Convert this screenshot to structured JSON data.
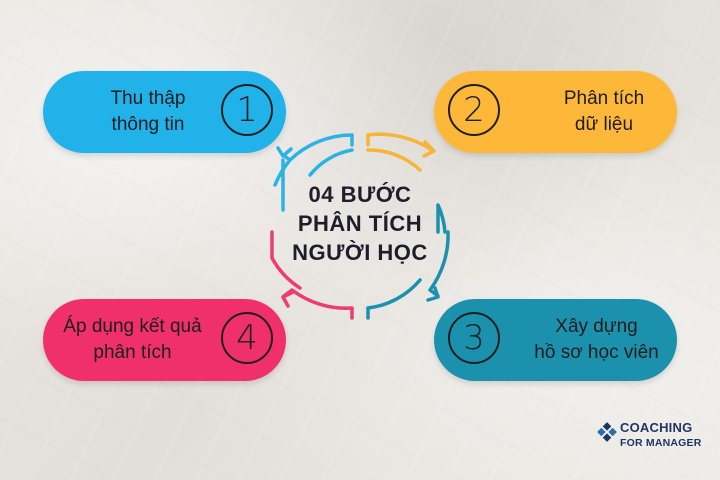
{
  "title": {
    "line1": "04 BƯỚC",
    "line2": "PHÂN TÍCH",
    "line3": "NGƯỜI HỌC"
  },
  "steps": [
    {
      "number": "1",
      "line1": "Thu thập",
      "line2": "thông tin",
      "color": "#21b2ea"
    },
    {
      "number": "2",
      "line1": "Phân tích",
      "line2": "dữ liệu",
      "color": "#fdb839"
    },
    {
      "number": "3",
      "line1": "Xây dựng",
      "line2": "hồ sơ học viên",
      "color": "#1c91ad"
    },
    {
      "number": "4",
      "line1": "Áp dụng kết quả",
      "line2": "phân tích",
      "color": "#f0306b"
    }
  ],
  "logo": {
    "line1": "COACHING",
    "line2": "FOR MANAGER",
    "color": "#1f3563"
  }
}
